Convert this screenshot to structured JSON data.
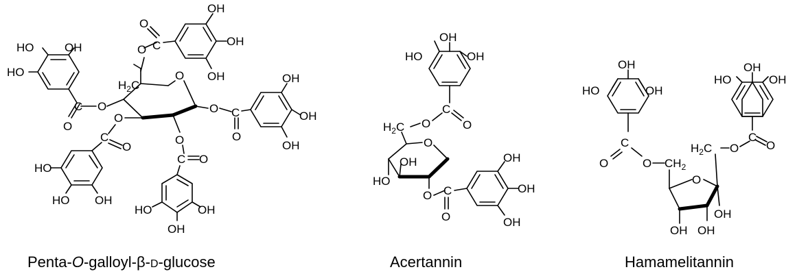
{
  "captions": {
    "pgg": {
      "pre": "Penta-",
      "o": "O",
      "mid": "-galloyl-",
      "beta": "β",
      "dash": "-",
      "d": "D",
      "post": "-glucose"
    },
    "acertannin": "Acertannin",
    "hamamelitannin": "Hamamelitannin"
  },
  "atoms": {
    "oh": "OH",
    "ho": "HO",
    "o": "O",
    "c": "C",
    "h2c": "H2C",
    "ch2": "CH2",
    "sub2": "2"
  }
}
